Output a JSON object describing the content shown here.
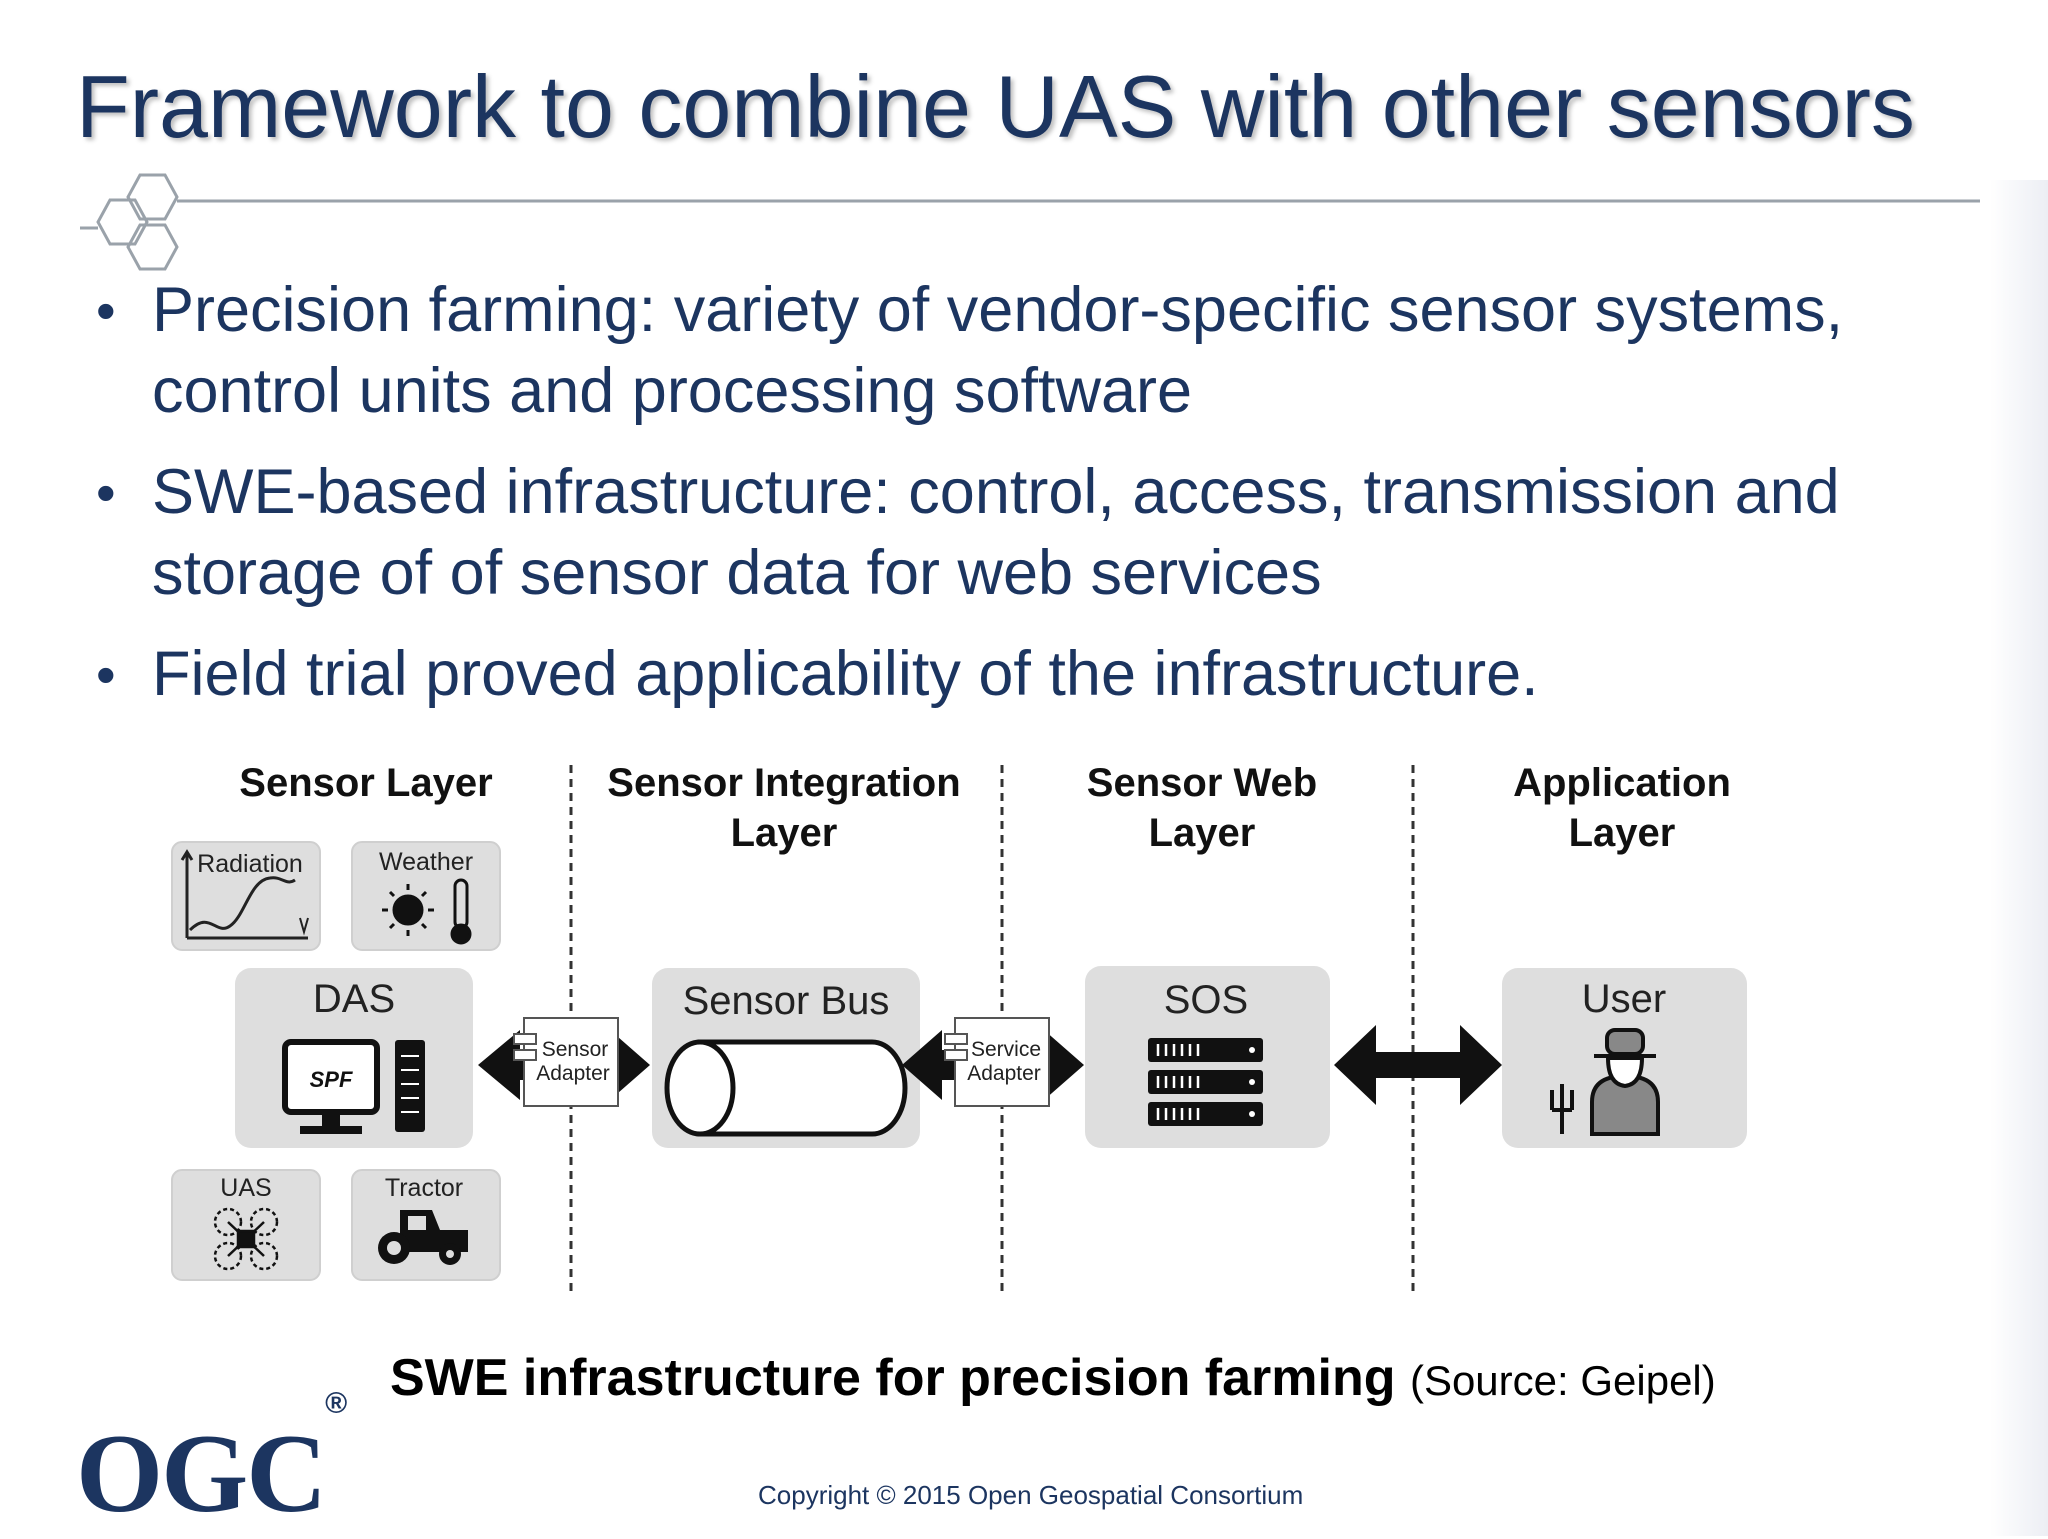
{
  "slide": {
    "title": "Framework to combine UAS with other sensors",
    "bullets": [
      "Precision farming:  variety of vendor-specific sensor systems, control units and processing software",
      "SWE-based infrastructure:  control, access, transmission and storage of of sensor data for web services",
      "Field trial proved applicability of the infrastructure."
    ],
    "caption_bold": "SWE infrastructure for precision farming",
    "caption_source": "(Source: Geipel)",
    "logo": "OGC",
    "logo_mark": "®",
    "copyright": "Copyright © 2015 Open Geospatial Consortium"
  },
  "diagram": {
    "layers": [
      {
        "line1": "Sensor Layer",
        "line2": ""
      },
      {
        "line1": "Sensor Integration",
        "line2": "Layer"
      },
      {
        "line1": "Sensor Web",
        "line2": "Layer"
      },
      {
        "line1": "Application",
        "line2": "Layer"
      }
    ],
    "sensors": {
      "radiation": "Radiation",
      "weather": "Weather",
      "uas": "UAS",
      "tractor": "Tractor"
    },
    "nodes": {
      "das": "DAS",
      "spf": "SPF",
      "sensor_bus": "Sensor Bus",
      "sos": "SOS",
      "user": "User"
    },
    "adapters": {
      "sensor": {
        "line1": "Sensor",
        "line2": "Adapter"
      },
      "service": {
        "line1": "Service",
        "line2": "Adapter"
      }
    }
  },
  "colors": {
    "title": "#1c3560",
    "box_fill": "#dedede",
    "arrow": "#111111"
  }
}
